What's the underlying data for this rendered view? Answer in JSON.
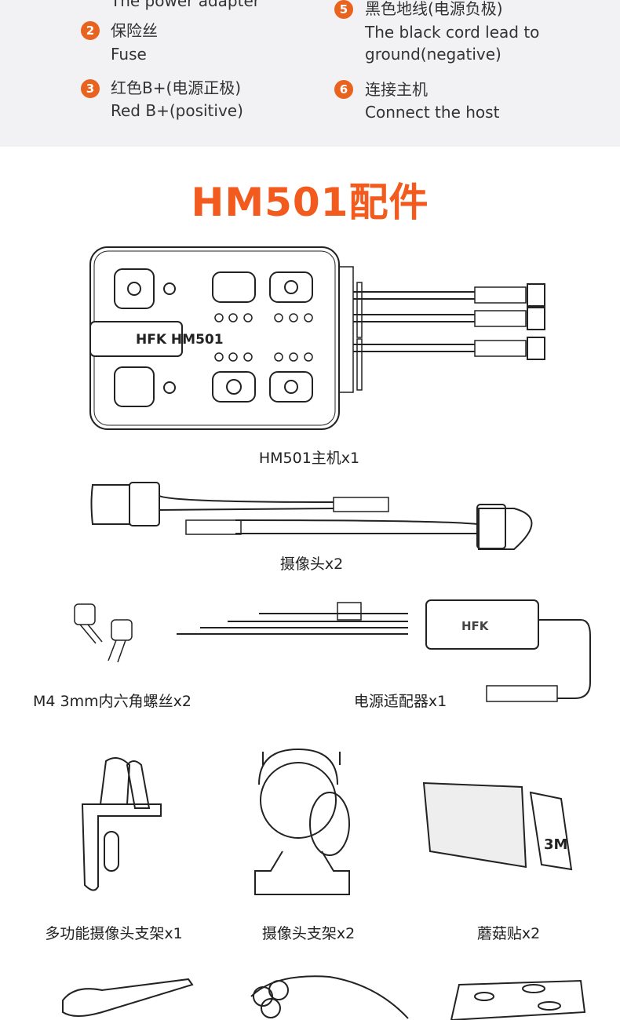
{
  "legend": {
    "item1_en": "The power adapter",
    "items": [
      {
        "num": "2",
        "zh": "保险丝",
        "en": "Fuse"
      },
      {
        "num": "3",
        "zh": "红色B+(电源正极)",
        "en": "Red  B+(positive)"
      },
      {
        "num": "5",
        "zh": "黑色地线(电源负极)",
        "en": "The black cord lead to",
        "en2": "ground(negative)"
      },
      {
        "num": "6",
        "zh": "连接主机",
        "en": "Connect the host"
      }
    ]
  },
  "title": "HM501配件",
  "device_logo": "HFK HM501",
  "adapter_logo": "HFK",
  "accessories": {
    "host": "HM501主机x1",
    "camera": "摄像头x2",
    "screws": "M4 3mm内六角螺丝x2",
    "adapter": "电源适配器x1",
    "multi_bracket": "多功能摄像头支架x1",
    "camera_bracket": "摄像头支架x2",
    "velcro": "蘑菇贴x2"
  },
  "velcro_mark": "3M",
  "colors": {
    "accent": "#f25a1e",
    "badge": "#e8631e",
    "band": "#f2f1f3"
  }
}
